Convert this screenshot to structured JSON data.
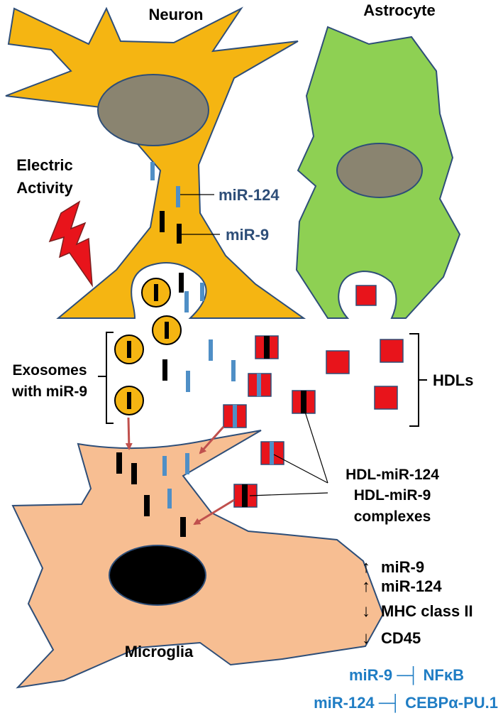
{
  "labels": {
    "neuron": "Neuron",
    "astrocyte": "Astrocyte",
    "electric_activity_line1": "Electric",
    "electric_activity_line2": "Activity",
    "mir124_label": "miR-124",
    "mir9_label": "miR-9",
    "exosomes_line1": "Exosomes",
    "exosomes_line2": "with miR-9",
    "hdls": "HDLs",
    "complexes_line1": "HDL-miR-124",
    "complexes_line2": "HDL-miR-9",
    "complexes_line3": "complexes",
    "microglia": "Microglia"
  },
  "effects": [
    {
      "arrow": "↑",
      "text": "miR-9"
    },
    {
      "arrow": "↑",
      "text": "miR-124"
    },
    {
      "arrow": "↓",
      "text": "MHC class II"
    },
    {
      "arrow": "↓",
      "text": "CD45"
    }
  ],
  "inhibitions": [
    {
      "mirna": "miR-9",
      "symbol": "─┤",
      "target": "NFκB"
    },
    {
      "mirna": "miR-124",
      "symbol": "─┤",
      "target": "CEBPα-PU.1"
    }
  ],
  "colors": {
    "neuron": "#F5B512",
    "astrocyte": "#8ED053",
    "microglia": "#F7BE92",
    "nucleus": "#8A8470",
    "outline": "#2E4E78",
    "hdl": "#E8141B",
    "mir124": "#4F8FC6",
    "mir9": "#000000",
    "arrow": "#C0504D",
    "inhibition_text": "#1F7DC4"
  }
}
